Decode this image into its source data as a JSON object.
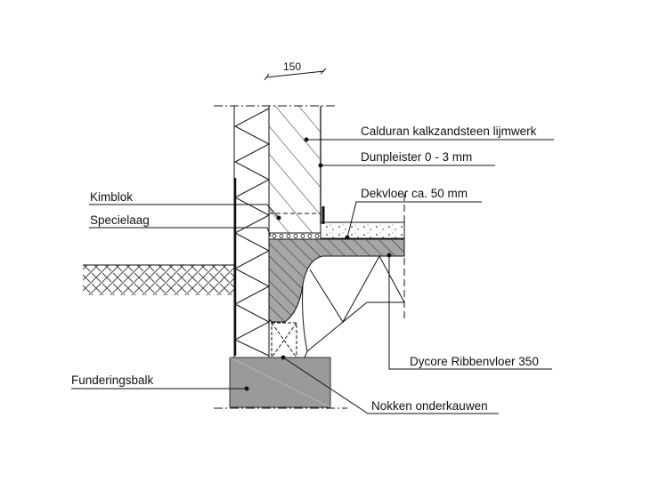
{
  "dimension": "150",
  "labels": {
    "calduran": "Calduran kalkzandsteen lijmwerk",
    "dunpleister": "Dunpleister 0 - 3 mm",
    "dekvloer": "Dekvloer ca. 50 mm",
    "kimblok": "Kimblok",
    "specielaag": "Specielaag",
    "dycore": "Dycore Ribbenvloer 350",
    "funderingsbalk": "Funderingsbalk",
    "nokken": "Nokken onderkauwen"
  },
  "colors": {
    "line": "#111111",
    "concrete": "#a6a6a6",
    "foundation": "#9a9a9a"
  }
}
